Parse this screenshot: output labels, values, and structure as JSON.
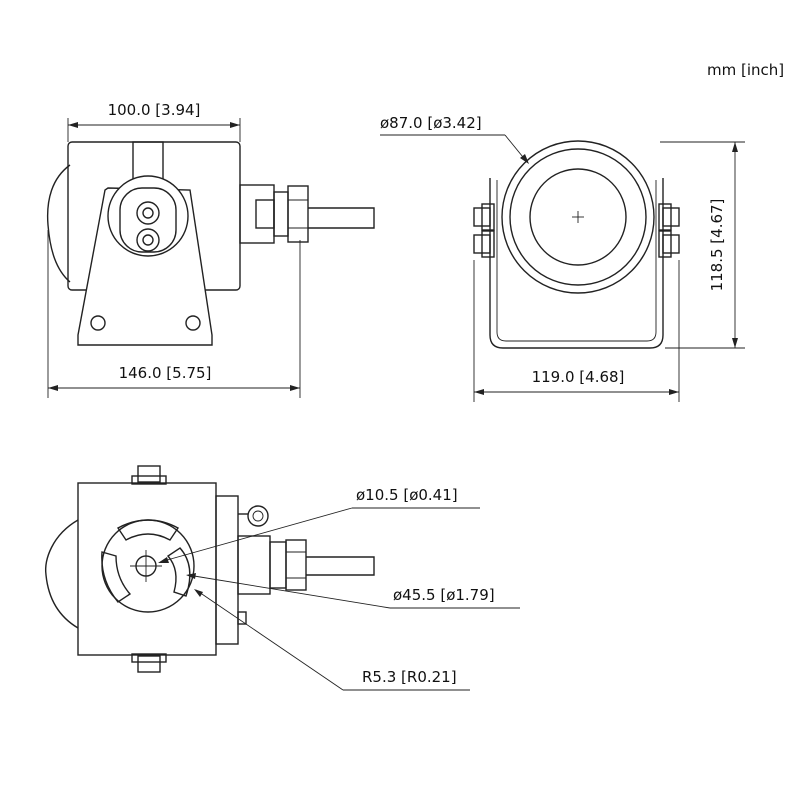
{
  "units_label": "mm [inch]",
  "dimensions": {
    "top_width": "100.0 [3.94]",
    "overall_length": "146.0 [5.75]",
    "lens_diameter": "ø87.0 [ø3.42]",
    "height": "118.5 [4.67]",
    "bracket_width": "119.0 [4.68]",
    "hole_diameter": "ø10.5 [ø0.41]",
    "bolt_circle": "ø45.5 [ø1.79]",
    "slot_radius": "R5.3 [R0.21]"
  }
}
